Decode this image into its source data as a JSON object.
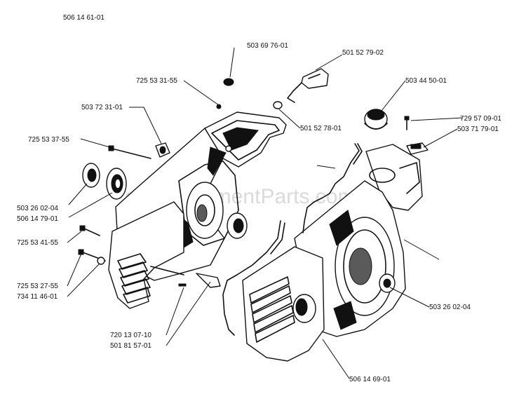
{
  "diagram": {
    "top_code": "506 14 61-01",
    "watermark": "eReplacementParts.com",
    "part_labels": [
      "503 69 76-01",
      "501 52 79-02",
      "725 53 31-55",
      "503 44 50-01",
      "503 72 31-01",
      "729 57 09-01",
      "501 52 78-01",
      "503 71 79-01",
      "725 53 37-55",
      "503 26 02-04",
      "506 14 79-01",
      "725 53 41-55",
      "725 53 27-55",
      "734 11 46-01",
      "503 26 02-04",
      "720 13 07-10",
      "501 81 57-01",
      "506 14 69-01"
    ]
  }
}
